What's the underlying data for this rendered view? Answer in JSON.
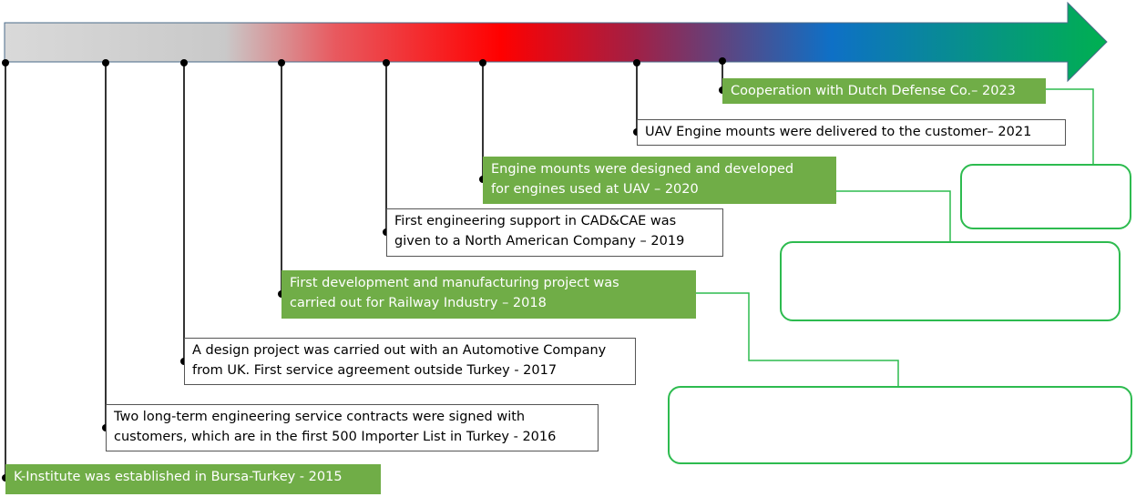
{
  "colors": {
    "event_box_green": "#70ad47",
    "event_box_white": "#ffffff",
    "frame_green": "#2dbb4f",
    "arrow_gradient": [
      "#d9d9d9",
      "#c9c9c9",
      "#e8595f",
      "#ff0000",
      "#a31f44",
      "#0e70c6",
      "#00b050"
    ]
  },
  "events": [
    {
      "id": "e2015",
      "year": "2015",
      "text": "K-Institute was established in Bursa-Turkey - 2015",
      "lines": [
        "K-Institute was established in Bursa-Turkey - 2015"
      ],
      "style": "green"
    },
    {
      "id": "e2016",
      "year": "2016",
      "text": "Two long-term engineering service contracts were signed with customers, which are in the first 500 Importer List in Turkey - 2016",
      "lines": [
        "Two long-term engineering service contracts were signed with",
        "customers, which are in the first 500 Importer List in Turkey - 2016"
      ],
      "style": "white"
    },
    {
      "id": "e2017",
      "year": "2017",
      "text": "A design project was carried out with an Automotive Company from UK. First service agreement outside Turkey - 2017",
      "lines": [
        "A design project was carried out with an Automotive Company",
        "from UK. First service agreement outside Turkey - 2017"
      ],
      "style": "white"
    },
    {
      "id": "e2018",
      "year": "2018",
      "text": "First development and manufacturing project was carried out for Railway Industry – 2018",
      "lines": [
        "First development and manufacturing project was",
        "carried out for Railway Industry – 2018"
      ],
      "style": "green"
    },
    {
      "id": "e2019",
      "year": "2019",
      "text": "First engineering support in CAD&CAE was given to a North American Company – 2019",
      "lines": [
        "First engineering support in CAD&CAE was",
        "given to a North American Company – 2019"
      ],
      "style": "white"
    },
    {
      "id": "e2020",
      "year": "2020",
      "text": "Engine mounts were designed and developed for engines used at UAV – 2020",
      "lines": [
        "Engine mounts were designed and developed",
        "for engines used at UAV – 2020"
      ],
      "style": "green"
    },
    {
      "id": "e2021",
      "year": "2021",
      "text": "UAV Engine mounts were delivered to the customer– 2021",
      "lines": [
        "UAV Engine mounts were delivered to the customer– 2021"
      ],
      "style": "white"
    },
    {
      "id": "e2023",
      "year": "2023",
      "text": "Cooperation with Dutch Defense Co.– 2023",
      "lines": [
        "Cooperation with Dutch Defense Co.– 2023"
      ],
      "style": "green"
    }
  ],
  "photo_groups": [
    {
      "id": "ship",
      "linked_event": "2023",
      "images": [
        "naval-ship-photo"
      ]
    },
    {
      "id": "uav",
      "linked_event": "2020",
      "images": [
        "uav-drone-photo",
        "uav-flight-photo"
      ]
    },
    {
      "id": "trains",
      "linked_event": "2018",
      "images": [
        "tram-green-photo",
        "train-red-photo",
        "tram-blue-photo"
      ]
    }
  ]
}
